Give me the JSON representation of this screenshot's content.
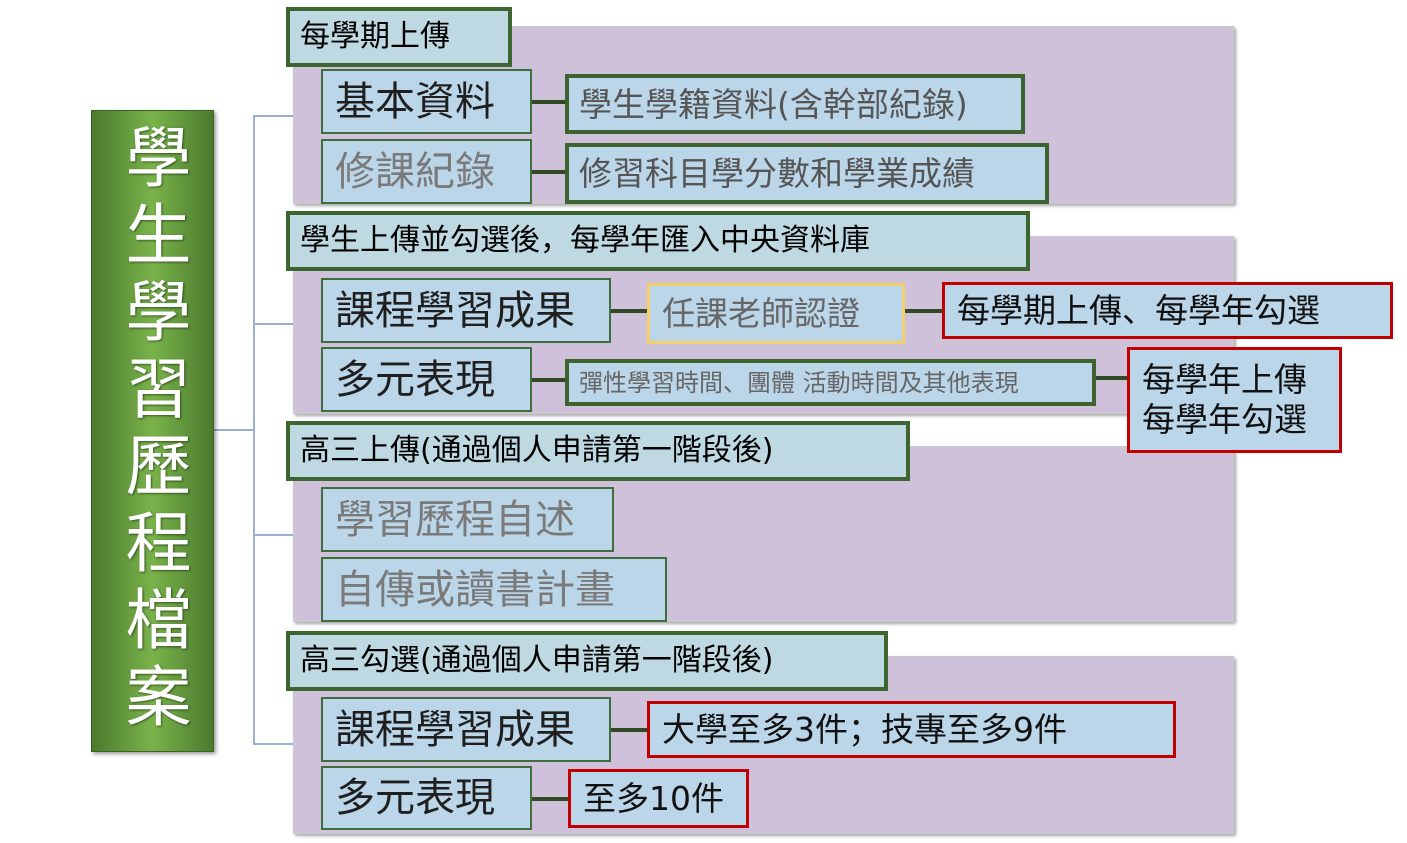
{
  "root": "學生學習歷程檔案",
  "sections": [
    {
      "header": "每學期上傳",
      "items": [
        {
          "label": "基本資料",
          "detail": "學生學籍資料(含幹部紀錄)"
        },
        {
          "label": "修課紀錄",
          "detail": "修習科目學分數和學業成績"
        }
      ]
    },
    {
      "header": "學生上傳並勾選後，每學年匯入中央資料庫",
      "items": [
        {
          "label": "課程學習成果",
          "detail": "任課老師認證",
          "note": "每學期上傳、每學年勾選"
        },
        {
          "label": "多元表現",
          "detail": "彈性學習時間、團體 活動時間及其他表現",
          "note_lines": [
            "每學年上傳",
            "每學年勾選"
          ]
        }
      ]
    },
    {
      "header": "高三上傳(通過個人申請第一階段後)",
      "items": [
        {
          "label": "學習歷程自述"
        },
        {
          "label": "自傳或讀書計畫"
        }
      ]
    },
    {
      "header": "高三勾選(通過個人申請第一階段後)",
      "items": [
        {
          "label": "課程學習成果",
          "note": "大學至多3件；技專至多9件"
        },
        {
          "label": "多元表現",
          "note": "至多10件"
        }
      ]
    }
  ],
  "colors": {
    "trunk": "#5f9a3a",
    "panel": "#cfc1d9",
    "box": "#bcd6e9",
    "header_border": "#3d6530",
    "highlight_border": "#c00000",
    "certify_border": "#f2cf6a"
  }
}
